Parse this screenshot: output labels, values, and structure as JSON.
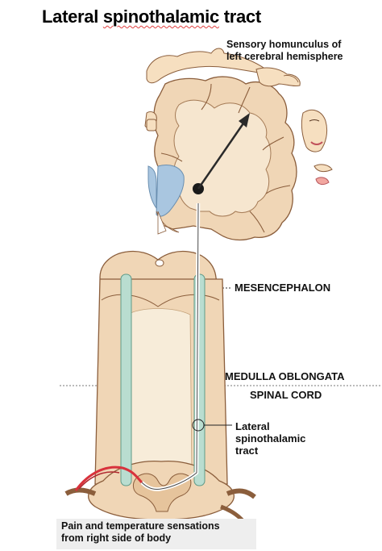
{
  "title": {
    "word1": "Lateral",
    "word2": "spinothalamic",
    "word3": "tract"
  },
  "labels": {
    "homunculus_line1": "Sensory homunculus of",
    "homunculus_line2": "left cerebral hemisphere",
    "mesencephalon": "MESENCEPHALON",
    "medulla": "MEDULLA OBLONGATA",
    "spinal_cord": "SPINAL CORD",
    "tract_line1": "Lateral",
    "tract_line2": "spinothalamic",
    "tract_line3": "tract",
    "pain_line1": "Pain and temperature sensations",
    "pain_line2": "from right side of body"
  },
  "colors": {
    "tissue": "#f0d6b6",
    "tissue_outline": "#8b5e3c",
    "white_matter": "#f7ecd9",
    "ventricle": "#a9c6e0",
    "tract": "#b9ddd0",
    "pathway": "#3a3a3a",
    "sensory_nerve": "#d8323c"
  }
}
